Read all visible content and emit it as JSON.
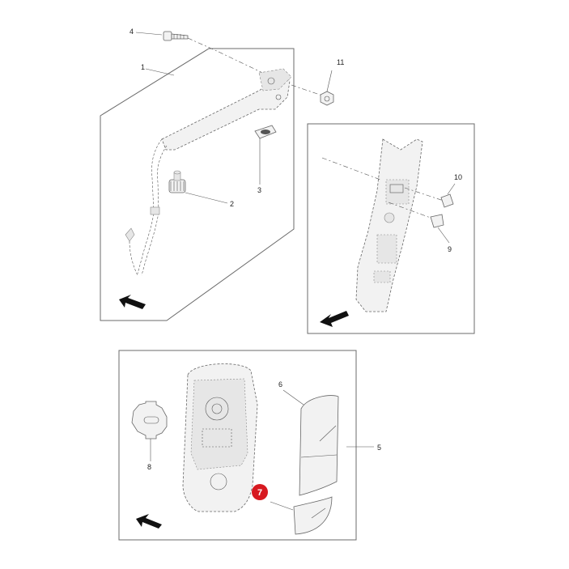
{
  "diagram": {
    "callouts": {
      "c1": "1",
      "c2": "2",
      "c3": "3",
      "c4": "4",
      "c5": "5",
      "c6": "6",
      "c7": "7",
      "c8": "8",
      "c9": "9",
      "c10": "10",
      "c11": "11"
    },
    "highlight": {
      "label": "7",
      "color": "#d71920"
    },
    "colors": {
      "frame": "#6b6b6b",
      "line": "#555555",
      "part_fill": "#f2f2f2"
    },
    "icons": {
      "view_arrow": "arrow-up-left-icon"
    }
  }
}
